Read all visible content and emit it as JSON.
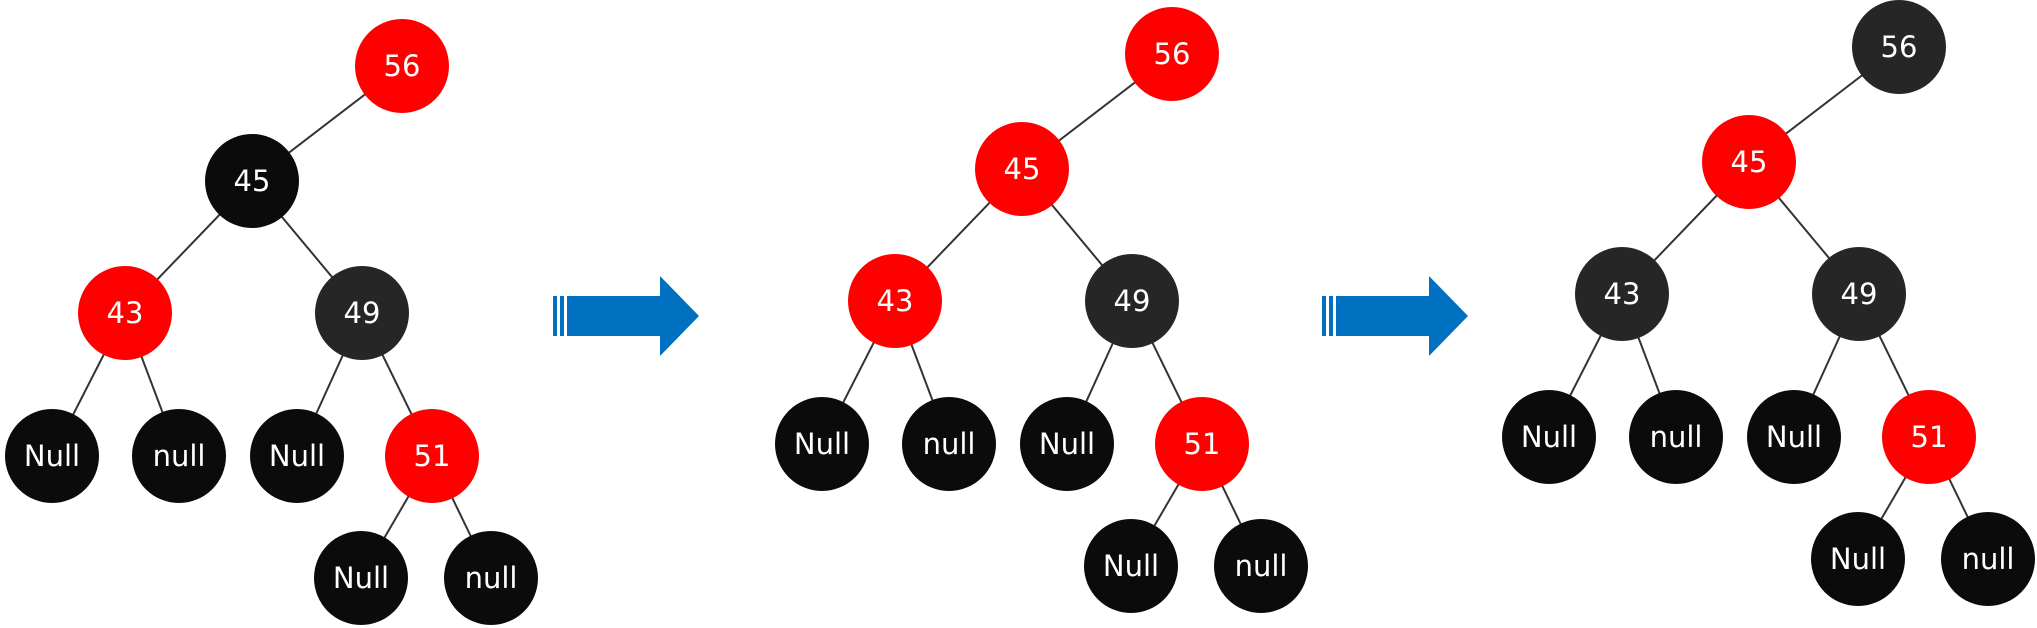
{
  "colors": {
    "red": "#ff0000",
    "black": "#0b0b0b",
    "dark_gray": "#262626",
    "edge": "#333333",
    "arrow": "#0070c0",
    "label": "#ffffff"
  },
  "icons": {
    "arrows": [
      "right-arrow-icon",
      "right-arrow-icon"
    ]
  },
  "trees": [
    {
      "name": "tree-before",
      "nodes": [
        {
          "id": "56",
          "label": "56",
          "color": "red"
        },
        {
          "id": "45",
          "label": "45",
          "color": "black"
        },
        {
          "id": "43",
          "label": "43",
          "color": "red"
        },
        {
          "id": "49",
          "label": "49",
          "color": "dark_gray"
        },
        {
          "id": "n1",
          "label": "Null",
          "color": "black"
        },
        {
          "id": "n2",
          "label": "null",
          "color": "black"
        },
        {
          "id": "n3",
          "label": "Null",
          "color": "black"
        },
        {
          "id": "51",
          "label": "51",
          "color": "red"
        },
        {
          "id": "n4",
          "label": "Null",
          "color": "black"
        },
        {
          "id": "n5",
          "label": "null",
          "color": "black"
        }
      ],
      "edges": [
        [
          "56",
          "45"
        ],
        [
          "45",
          "43"
        ],
        [
          "45",
          "49"
        ],
        [
          "43",
          "n1"
        ],
        [
          "43",
          "n2"
        ],
        [
          "49",
          "n3"
        ],
        [
          "49",
          "51"
        ],
        [
          "51",
          "n4"
        ],
        [
          "51",
          "n5"
        ]
      ]
    },
    {
      "name": "tree-recolored",
      "nodes": [
        {
          "id": "56",
          "label": "56",
          "color": "red"
        },
        {
          "id": "45",
          "label": "45",
          "color": "red"
        },
        {
          "id": "43",
          "label": "43",
          "color": "red"
        },
        {
          "id": "49",
          "label": "49",
          "color": "dark_gray"
        },
        {
          "id": "n1",
          "label": "Null",
          "color": "black"
        },
        {
          "id": "n2",
          "label": "null",
          "color": "black"
        },
        {
          "id": "n3",
          "label": "Null",
          "color": "black"
        },
        {
          "id": "51",
          "label": "51",
          "color": "red"
        },
        {
          "id": "n4",
          "label": "Null",
          "color": "black"
        },
        {
          "id": "n5",
          "label": "null",
          "color": "black"
        }
      ],
      "edges": [
        [
          "56",
          "45"
        ],
        [
          "45",
          "43"
        ],
        [
          "45",
          "49"
        ],
        [
          "43",
          "n1"
        ],
        [
          "43",
          "n2"
        ],
        [
          "49",
          "n3"
        ],
        [
          "49",
          "51"
        ],
        [
          "51",
          "n4"
        ],
        [
          "51",
          "n5"
        ]
      ]
    },
    {
      "name": "tree-after",
      "nodes": [
        {
          "id": "56",
          "label": "56",
          "color": "dark_gray"
        },
        {
          "id": "45",
          "label": "45",
          "color": "red"
        },
        {
          "id": "43",
          "label": "43",
          "color": "dark_gray"
        },
        {
          "id": "49",
          "label": "49",
          "color": "dark_gray"
        },
        {
          "id": "n1",
          "label": "Null",
          "color": "black"
        },
        {
          "id": "n2",
          "label": "null",
          "color": "black"
        },
        {
          "id": "n3",
          "label": "Null",
          "color": "black"
        },
        {
          "id": "51",
          "label": "51",
          "color": "red"
        },
        {
          "id": "n4",
          "label": "Null",
          "color": "black"
        },
        {
          "id": "n5",
          "label": "null",
          "color": "black"
        }
      ],
      "edges": [
        [
          "56",
          "45"
        ],
        [
          "45",
          "43"
        ],
        [
          "45",
          "49"
        ],
        [
          "43",
          "n1"
        ],
        [
          "43",
          "n2"
        ],
        [
          "49",
          "n3"
        ],
        [
          "49",
          "51"
        ],
        [
          "51",
          "n4"
        ],
        [
          "51",
          "n5"
        ]
      ]
    }
  ]
}
